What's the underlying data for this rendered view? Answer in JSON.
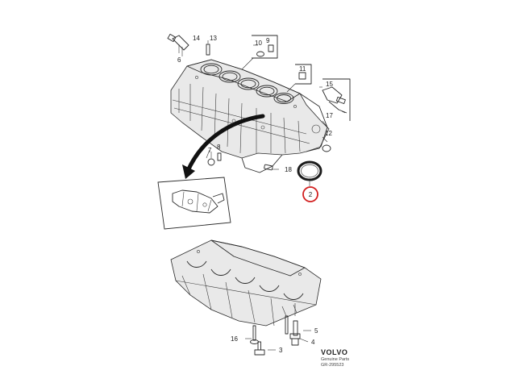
{
  "callouts": {
    "c2": "2",
    "c3": "3",
    "c4": "4",
    "c5": "5",
    "c6": "6",
    "c7": "7",
    "c8": "8",
    "c9": "9",
    "c10": "10",
    "c11": "11",
    "c12": "12",
    "c13": "13",
    "c14": "14",
    "c15": "15",
    "c16": "16",
    "c17": "17",
    "c18": "18"
  },
  "highlighted_callout": "2",
  "brand": {
    "name": "VOLVO",
    "subtitle": "Genuine Parts",
    "ref": "GR-295523"
  },
  "colors": {
    "highlight": "#d21f1f",
    "line": "#2a2a2a"
  }
}
